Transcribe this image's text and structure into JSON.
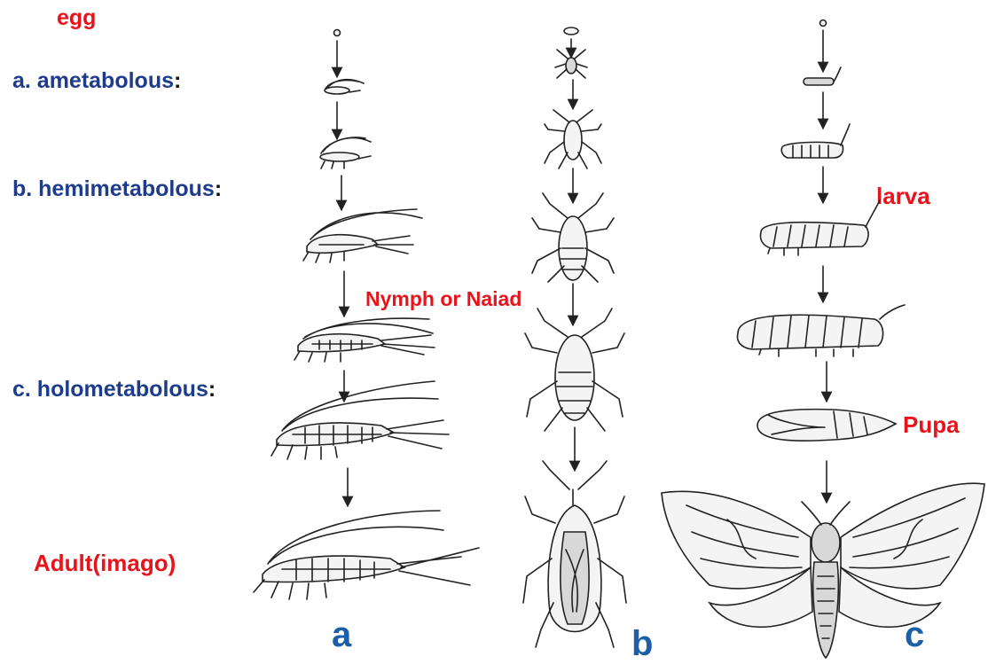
{
  "labels": {
    "egg": "egg",
    "ametabolous_prefix": "a. ametabolous",
    "hemimetabolous_prefix": "b. hemimetabolous",
    "holometabolous_prefix": "c. holometabolous",
    "colon": ":",
    "nymph": "Nymph or Naiad",
    "larva": "larva",
    "pupa": "Pupa",
    "adult": "Adult(imago)",
    "col_a": "a",
    "col_b": "b",
    "col_c": "c"
  },
  "colors": {
    "annotation_red": "#e8141b",
    "category_blue": "#1e3c8c",
    "column_letter_blue": "#1c5fa6"
  },
  "columns": {
    "a": {
      "stages": [
        "egg-dot",
        "silverfish-1",
        "silverfish-2",
        "silverfish-3",
        "silverfish-4",
        "silverfish-5",
        "silverfish-adult"
      ]
    },
    "b": {
      "stages": [
        "egg",
        "bug-1",
        "bug-2",
        "bug-3",
        "bug-4",
        "bug-adult"
      ]
    },
    "c": {
      "stages": [
        "egg-dot",
        "caterpillar-1",
        "caterpillar-2",
        "caterpillar-3",
        "caterpillar-4",
        "pupa",
        "moth-adult"
      ]
    }
  }
}
